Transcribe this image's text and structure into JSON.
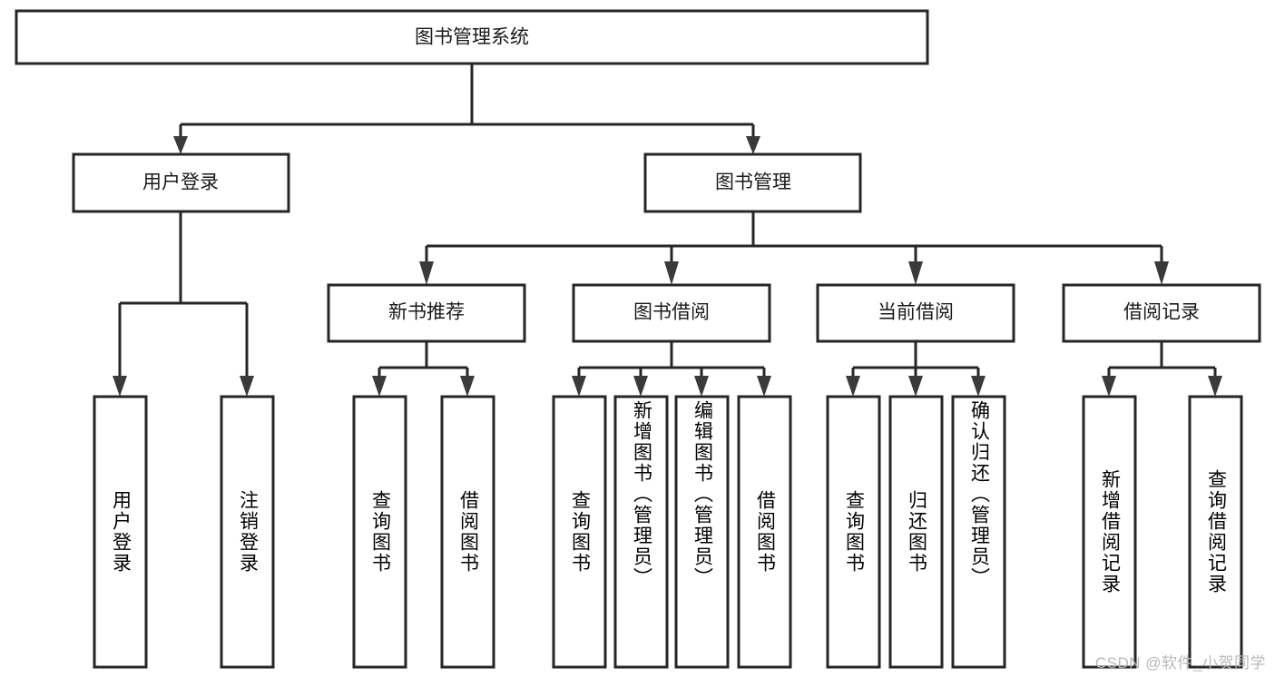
{
  "diagram": {
    "type": "hierarchy-tree",
    "title": "图书管理系统",
    "watermark": "CSDN @软件_小贺同学",
    "colors": {
      "box_border": "#262626",
      "box_fill": "#ffffff",
      "line": "#262626",
      "text": "#1a1a1a",
      "watermark": "#b8b8b8",
      "background": "#ffffff"
    },
    "root": {
      "label": "图书管理系统",
      "children": [
        {
          "label": "用户登录",
          "children": [
            {
              "label": "用户登录"
            },
            {
              "label": "注销登录"
            }
          ]
        },
        {
          "label": "图书管理",
          "children": [
            {
              "label": "新书推荐",
              "children": [
                {
                  "label": "查询图书"
                },
                {
                  "label": "借阅图书"
                }
              ]
            },
            {
              "label": "图书借阅",
              "children": [
                {
                  "label": "查询图书"
                },
                {
                  "label": "新增图书（管理员）"
                },
                {
                  "label": "编辑图书（管理员）"
                },
                {
                  "label": "借阅图书"
                }
              ]
            },
            {
              "label": "当前借阅",
              "children": [
                {
                  "label": "查询图书"
                },
                {
                  "label": "归还图书"
                },
                {
                  "label": "确认归还（管理员）"
                }
              ]
            },
            {
              "label": "借阅记录",
              "children": [
                {
                  "label": "新增借阅记录"
                },
                {
                  "label": "查询借阅记录"
                }
              ]
            }
          ]
        }
      ]
    },
    "nodes": {
      "root": "图书管理系统",
      "l1_user_login": "用户登录",
      "l1_book_manage": "图书管理",
      "l2_new_book": "新书推荐",
      "l2_borrow": "图书借阅",
      "l2_current": "当前借阅",
      "l2_record": "借阅记录",
      "leaf_user_login": "用户登录",
      "leaf_user_logout": "注销登录",
      "leaf_nb_query": "查询图书",
      "leaf_nb_borrow": "借阅图书",
      "leaf_bb_query": "查询图书",
      "leaf_bb_add": "新增图书（管理员）",
      "leaf_bb_edit": "编辑图书（管理员）",
      "leaf_bb_borrow": "借阅图书",
      "leaf_cb_query": "查询图书",
      "leaf_cb_return": "归还图书",
      "leaf_cb_confirm": "确认归还（管理员）",
      "leaf_rec_add": "新增借阅记录",
      "leaf_rec_query": "查询借阅记录"
    }
  }
}
